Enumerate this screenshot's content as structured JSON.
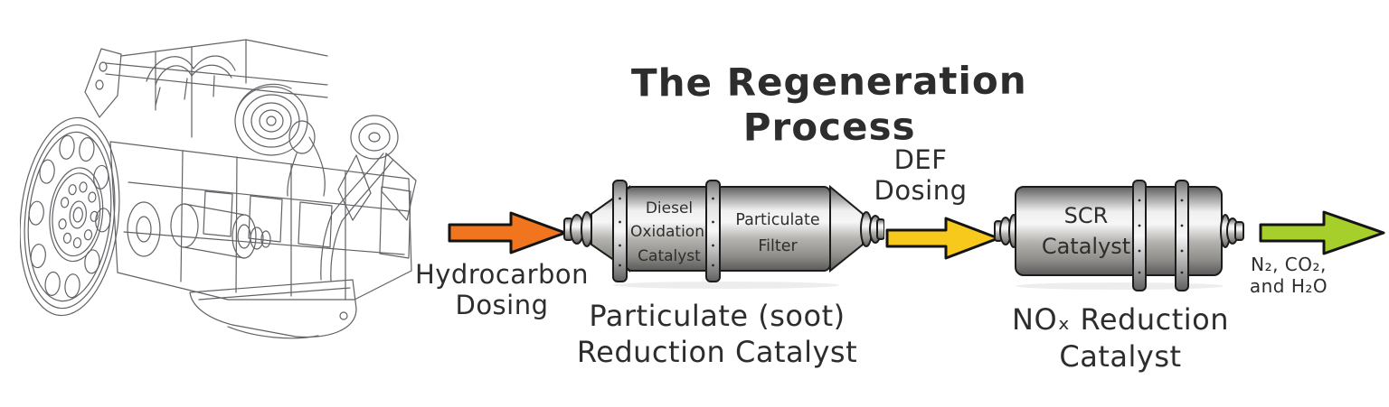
{
  "title": "The Regeneration Process",
  "colors": {
    "hydrocarbon_arrow": "#F0751E",
    "def_arrow": "#F7C91C",
    "exhaust_arrow": "#A6CF2B"
  },
  "stages": {
    "hydrocarbon_dosing": {
      "line1": "Hydrocarbon",
      "line2": "Dosing"
    },
    "doc_dpf": {
      "doc_line1": "Diesel",
      "doc_line2": "Oxidation",
      "doc_line3": "Catalyst",
      "dpf_line1": "Particulate",
      "dpf_line2": "Filter",
      "caption_line1": "Particulate (soot)",
      "caption_line2": "Reduction Catalyst"
    },
    "def_dosing": {
      "line1": "DEF",
      "line2": "Dosing"
    },
    "scr": {
      "label_line1": "SCR",
      "label_line2": "Catalyst",
      "caption_line1": "NOₓ Reduction",
      "caption_line2": "Catalyst"
    },
    "tailpipe_output": {
      "line1": "N₂, CO₂,",
      "line2": "and H₂O"
    }
  }
}
